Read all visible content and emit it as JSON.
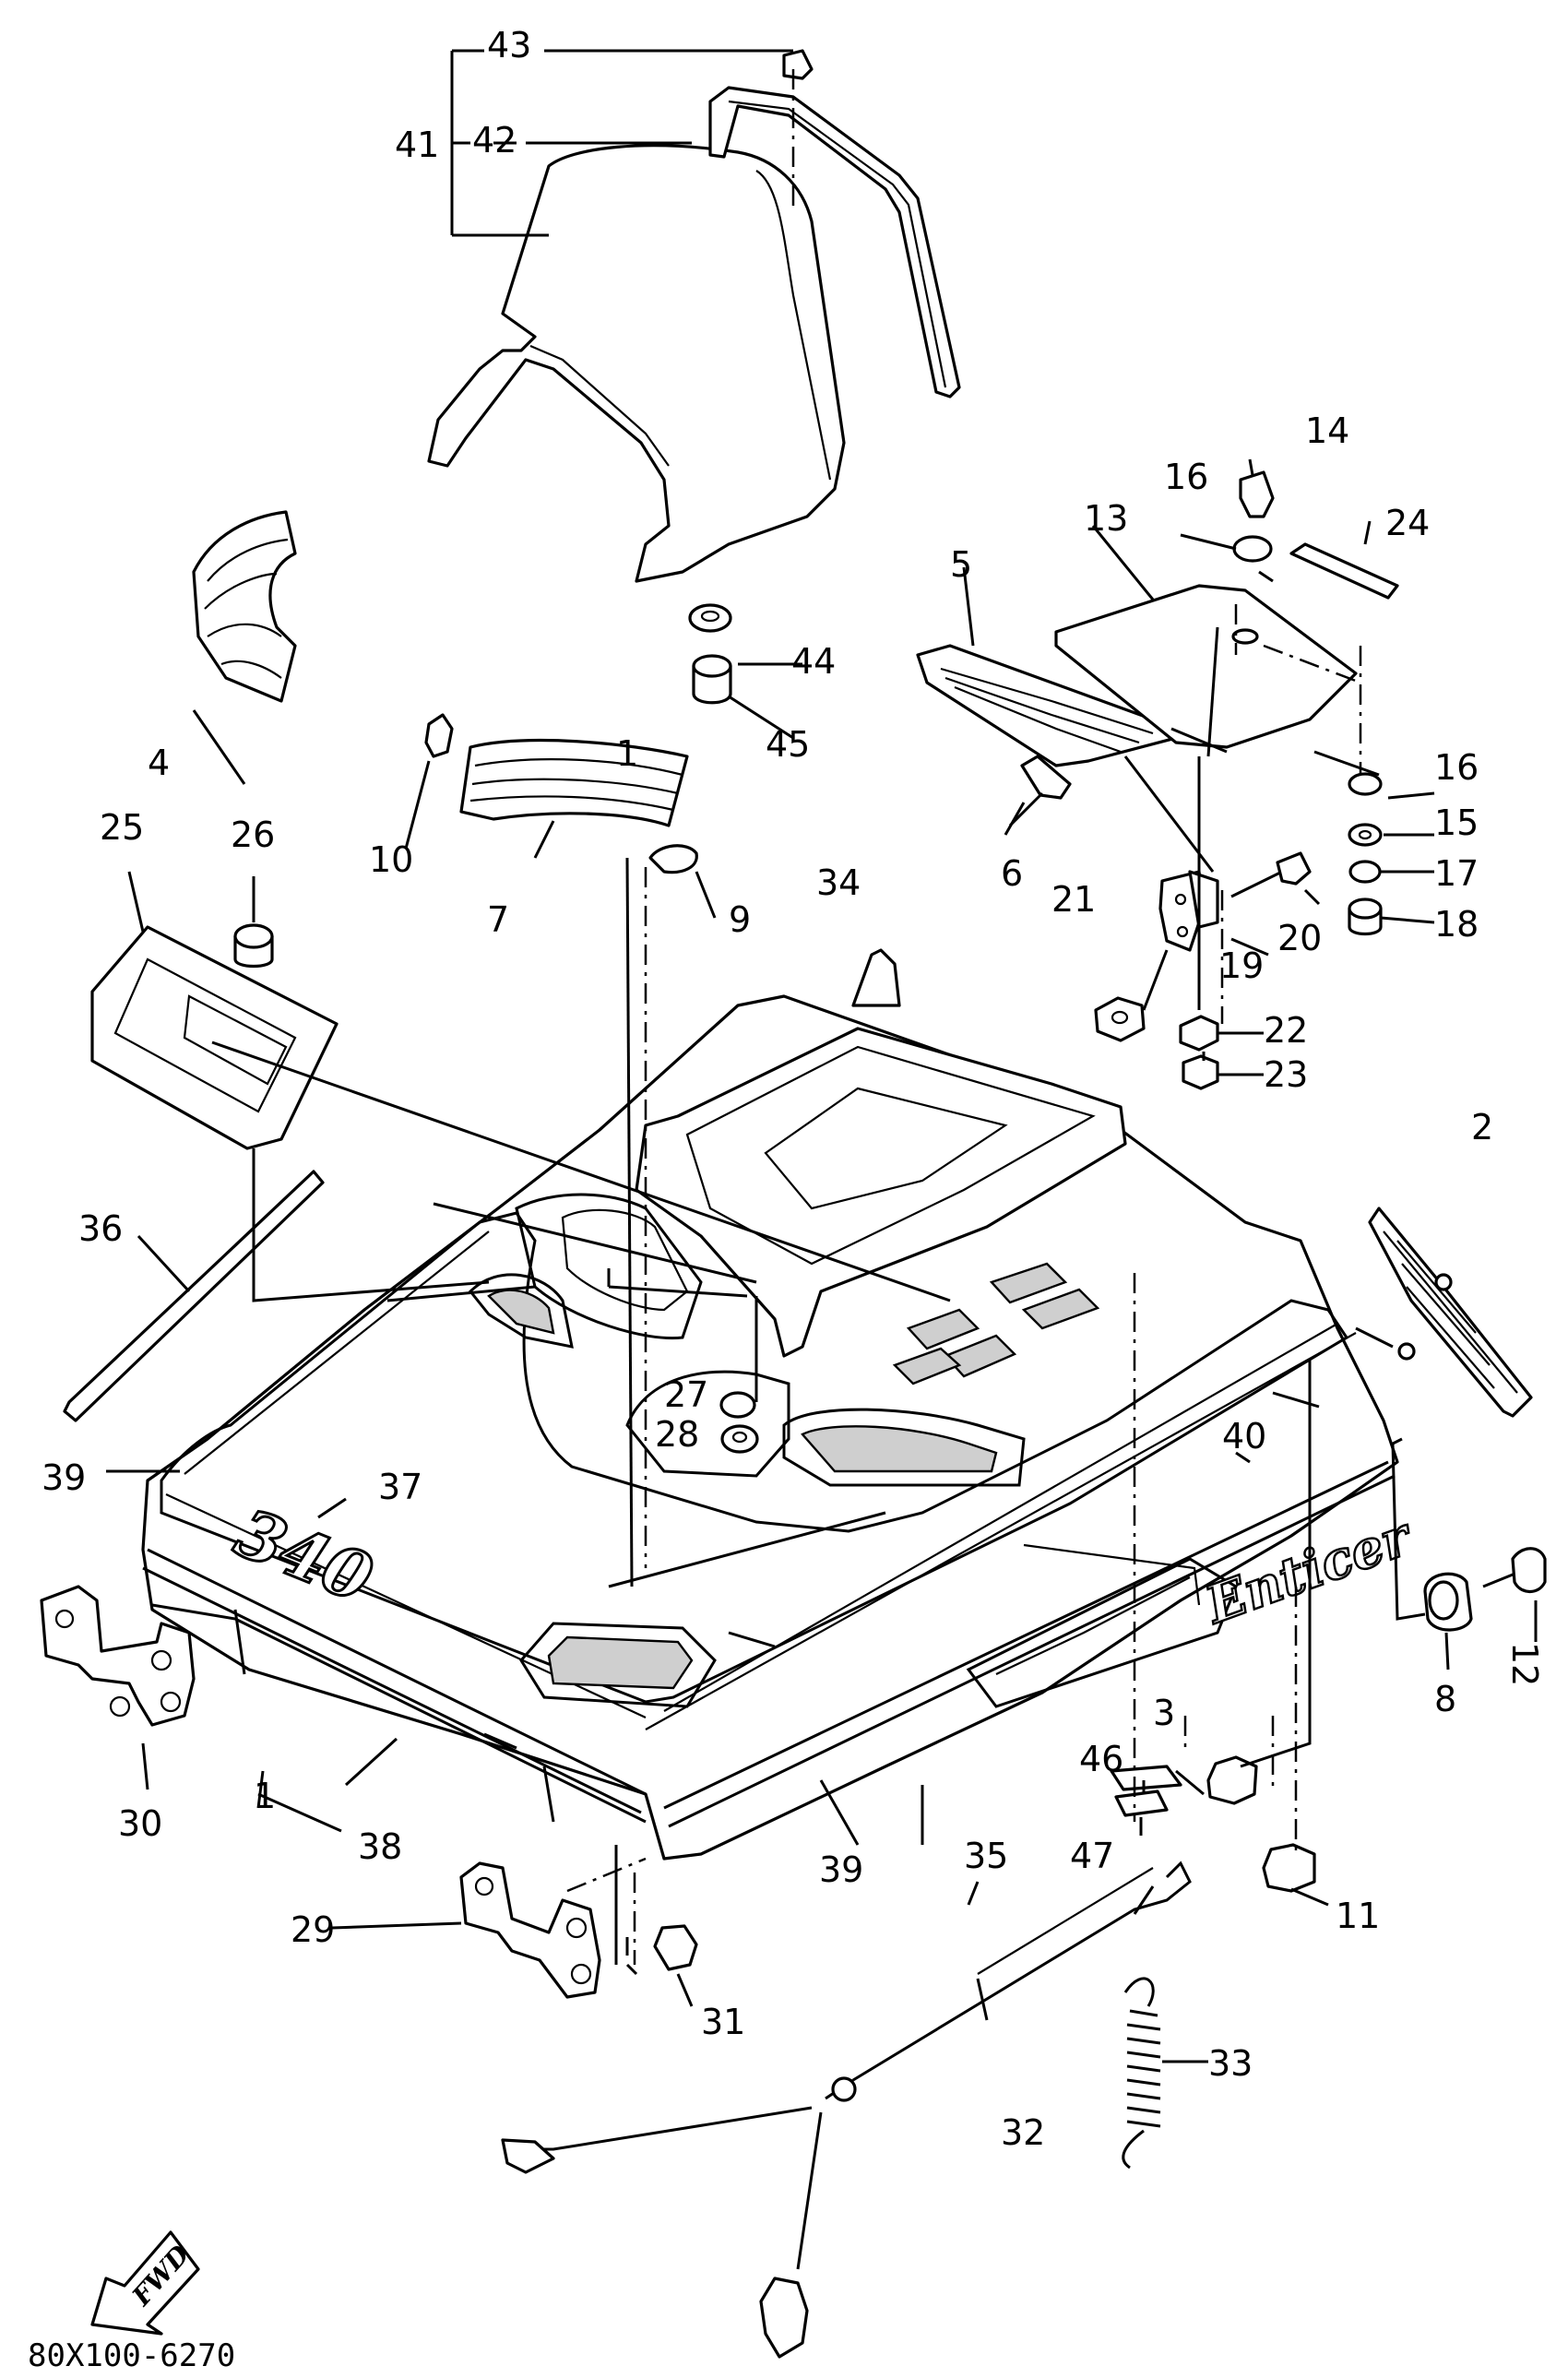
{
  "diagram_code": "80X100-6270",
  "fwd_arrow_text": "FWD",
  "decal_340_text": "340",
  "decal_enticer_text": "Enticer",
  "parts": [
    {
      "id": "p1",
      "label": "1"
    },
    {
      "id": "p1b",
      "label": "1"
    },
    {
      "id": "p2",
      "label": "2"
    },
    {
      "id": "p3",
      "label": "3"
    },
    {
      "id": "p4",
      "label": "4"
    },
    {
      "id": "p5",
      "label": "5"
    },
    {
      "id": "p6",
      "label": "6"
    },
    {
      "id": "p7",
      "label": "7"
    },
    {
      "id": "p8",
      "label": "8"
    },
    {
      "id": "p9",
      "label": "9"
    },
    {
      "id": "p10",
      "label": "10"
    },
    {
      "id": "p11",
      "label": "11"
    },
    {
      "id": "p12",
      "label": "12"
    },
    {
      "id": "p13",
      "label": "13"
    },
    {
      "id": "p14",
      "label": "14"
    },
    {
      "id": "p15",
      "label": "15"
    },
    {
      "id": "p16a",
      "label": "16"
    },
    {
      "id": "p16b",
      "label": "16"
    },
    {
      "id": "p17",
      "label": "17"
    },
    {
      "id": "p18",
      "label": "18"
    },
    {
      "id": "p19",
      "label": "19"
    },
    {
      "id": "p20",
      "label": "20"
    },
    {
      "id": "p21",
      "label": "21"
    },
    {
      "id": "p22",
      "label": "22"
    },
    {
      "id": "p23",
      "label": "23"
    },
    {
      "id": "p24",
      "label": "24"
    },
    {
      "id": "p25",
      "label": "25"
    },
    {
      "id": "p26",
      "label": "26"
    },
    {
      "id": "p27",
      "label": "27"
    },
    {
      "id": "p28",
      "label": "28"
    },
    {
      "id": "p29",
      "label": "29"
    },
    {
      "id": "p30",
      "label": "30"
    },
    {
      "id": "p31",
      "label": "31"
    },
    {
      "id": "p32",
      "label": "32"
    },
    {
      "id": "p33",
      "label": "33"
    },
    {
      "id": "p34",
      "label": "34"
    },
    {
      "id": "p35",
      "label": "35"
    },
    {
      "id": "p36",
      "label": "36"
    },
    {
      "id": "p37",
      "label": "37"
    },
    {
      "id": "p38",
      "label": "38"
    },
    {
      "id": "p39a",
      "label": "39"
    },
    {
      "id": "p39b",
      "label": "39"
    },
    {
      "id": "p40",
      "label": "40"
    },
    {
      "id": "p41",
      "label": "41"
    },
    {
      "id": "p42",
      "label": "42"
    },
    {
      "id": "p43",
      "label": "43"
    },
    {
      "id": "p44",
      "label": "44"
    },
    {
      "id": "p45",
      "label": "45"
    },
    {
      "id": "p46",
      "label": "46"
    },
    {
      "id": "p47",
      "label": "47"
    }
  ]
}
